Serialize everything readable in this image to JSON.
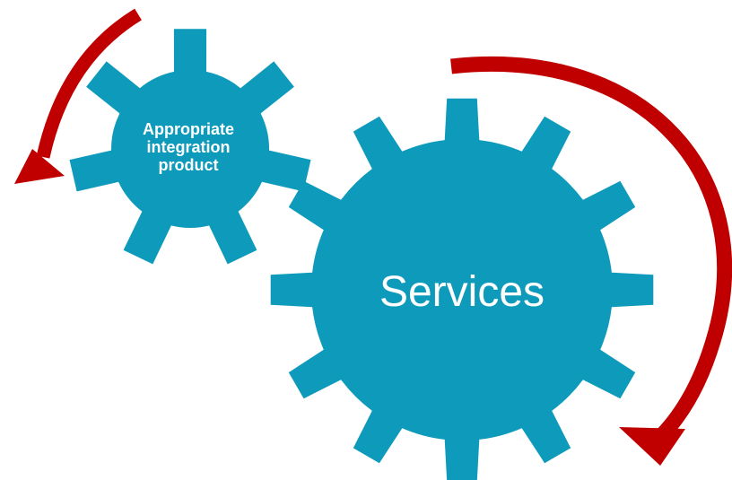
{
  "gears": {
    "small": {
      "lines": [
        "Appropriate",
        "integration",
        "product"
      ],
      "fill": "#0e9abb"
    },
    "large": {
      "label": "Services",
      "fill": "#0e9abb"
    }
  },
  "arrows": {
    "color": "#c00000",
    "left_direction": "counterclockwise",
    "right_direction": "clockwise"
  }
}
